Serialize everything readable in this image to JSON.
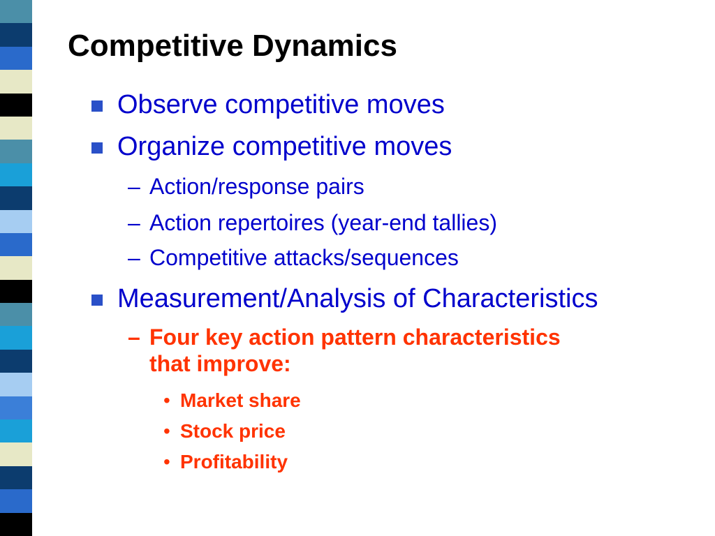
{
  "slide": {
    "title": "Competitive Dynamics",
    "bullets": [
      {
        "level": 1,
        "text": "Observe competitive moves"
      },
      {
        "level": 1,
        "text": "Organize competitive moves"
      },
      {
        "level": 2,
        "text": "Action/response pairs"
      },
      {
        "level": 2,
        "text": "Action repertoires (year-end tallies)"
      },
      {
        "level": 2,
        "text": "Competitive attacks/sequences"
      },
      {
        "level": 1,
        "text": "Measurement/Analysis of Characteristics"
      },
      {
        "level": 2,
        "line1": "Four key action pattern characteristics",
        "line2": "that improve:"
      },
      {
        "level": 3,
        "text": "Market share"
      },
      {
        "level": 3,
        "text": "Stock price"
      },
      {
        "level": 3,
        "text": "Profitability"
      }
    ],
    "markers": {
      "dash": "–",
      "dot": "•"
    }
  },
  "theme": {
    "level1_color": "#0000cc",
    "level1_marker_color": "#2a50c8",
    "emphasis_color": "#ff3300",
    "title_color": "#000000",
    "stripe_colors": [
      "#4b8fa8",
      "#0c3c6e",
      "#2a6acb",
      "#e7e8c6",
      "#000000",
      "#3b7fd8",
      "#1aa0d8",
      "#a6cdf2"
    ]
  }
}
